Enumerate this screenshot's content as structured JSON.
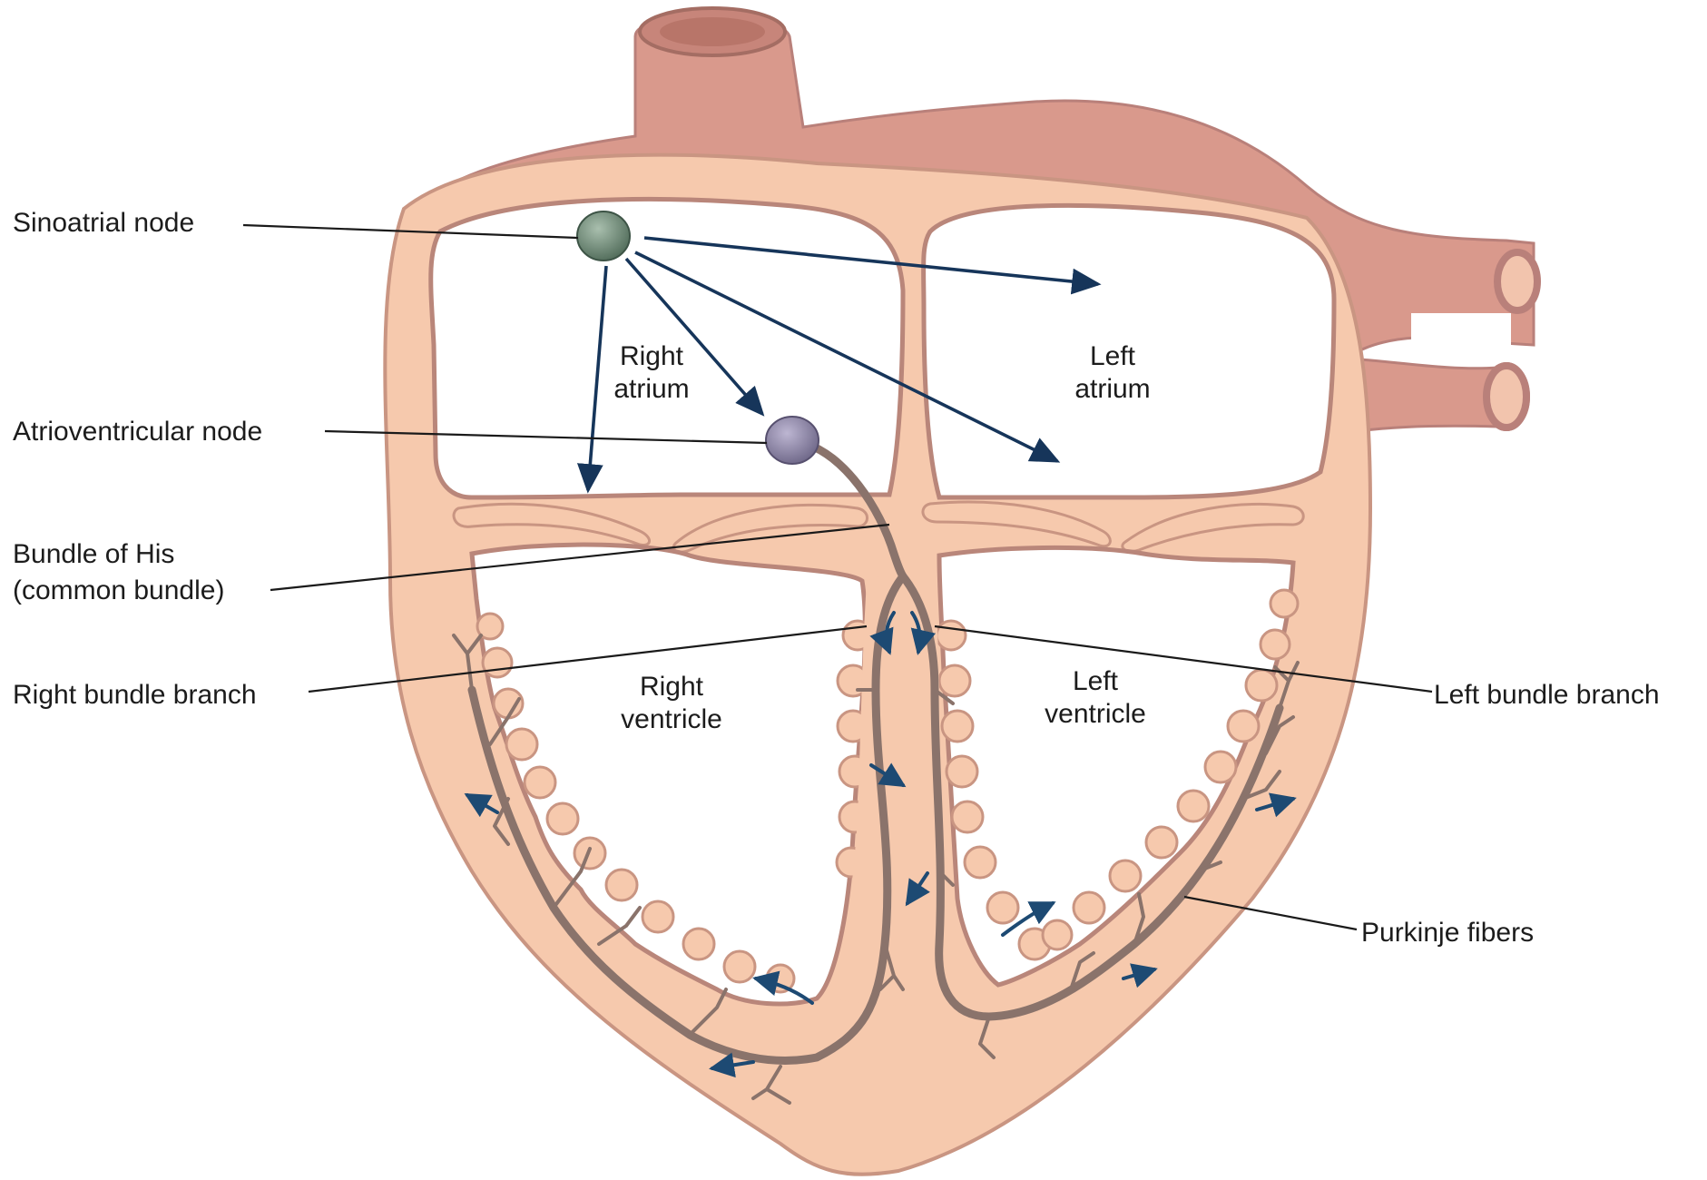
{
  "diagram": {
    "labels": {
      "sinoatrial_node": "Sinoatrial node",
      "atrioventricular_node": "Atrioventricular node",
      "bundle_of_his_line1": "Bundle of His",
      "bundle_of_his_line2": "(common bundle)",
      "right_bundle_branch": "Right bundle branch",
      "left_bundle_branch": "Left bundle branch",
      "purkinje_fibers": "Purkinje fibers"
    },
    "chambers": {
      "right_atrium_line1": "Right",
      "right_atrium_line2": "atrium",
      "left_atrium_line1": "Left",
      "left_atrium_line2": "atrium",
      "right_ventricle_line1": "Right",
      "right_ventricle_line2": "ventricle",
      "left_ventricle_line1": "Left",
      "left_ventricle_line2": "ventricle"
    },
    "colors": {
      "vessel_wall": "#d9998c",
      "myocardium": "#f6c9ad",
      "myocardium_outline": "#c99582",
      "conduction_path": "#8a736b",
      "sa_node": "#6f8a78",
      "av_node": "#8e87a6",
      "signal_arrow": "#16355a"
    }
  }
}
